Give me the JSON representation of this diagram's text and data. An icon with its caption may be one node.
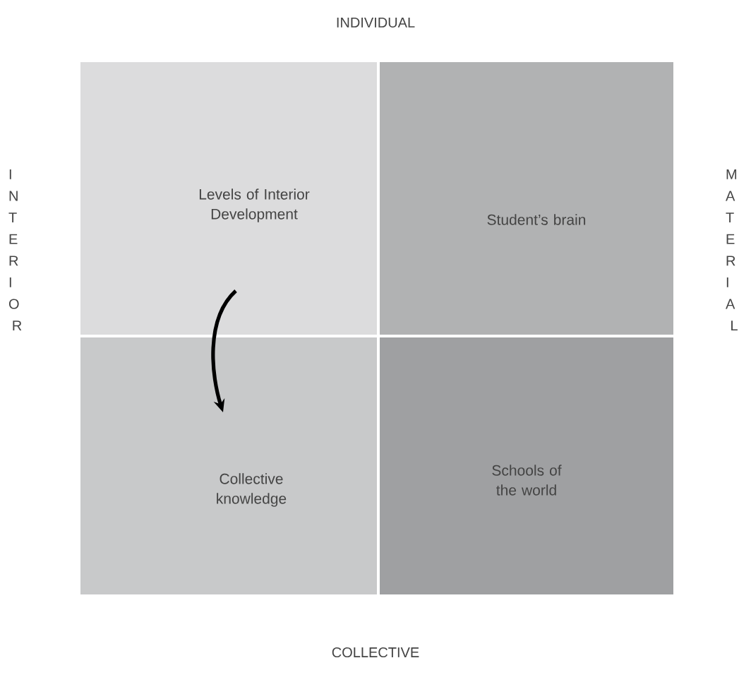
{
  "diagram": {
    "nodes": [
      {
        "text": [
          "Levels of Interior Development"
        ]
      },
      {
        "text": [
          "Student’s brain"
        ]
      },
      {
        "text": [
          "Collective knowledge"
        ]
      },
      {
        "text": [
          "Schools of the world"
        ]
      }
    ],
    "edges": [
      {
        "from": 0,
        "to": 2,
        "arrow": "to"
      }
    ],
    "labels": [
      "INDIVIDUAL",
      "INTERIOR",
      "MATERIAL",
      "COLLECTIVE"
    ]
  }
}
